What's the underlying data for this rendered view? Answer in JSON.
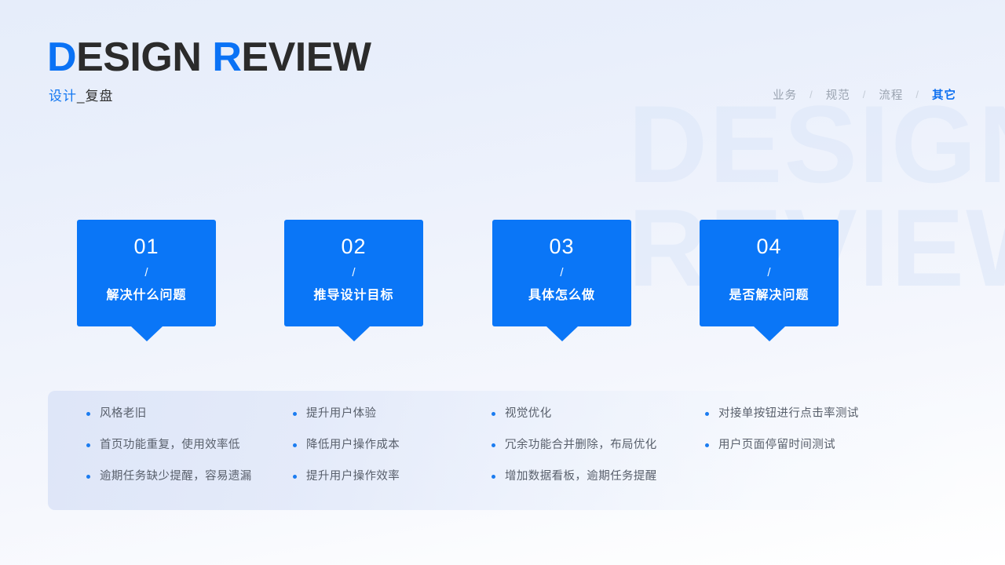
{
  "header": {
    "title_highlight_1": "D",
    "title_rest_1": "ESIGN ",
    "title_highlight_2": "R",
    "title_rest_2": "EVIEW",
    "title_full": "DESIGN REVIEW",
    "subtitle_accent": "设计",
    "subtitle_rest": "_复盘",
    "watermark_line1": "DESIGN",
    "watermark_line2": "REVIEW"
  },
  "nav": {
    "separator": "/",
    "items": [
      {
        "label": "业务",
        "active": false
      },
      {
        "label": "规范",
        "active": false
      },
      {
        "label": "流程",
        "active": false
      },
      {
        "label": "其它",
        "active": true
      }
    ]
  },
  "cards": [
    {
      "number": "01",
      "slash": "/",
      "label": "解决什么问题"
    },
    {
      "number": "02",
      "slash": "/",
      "label": "推导设计目标"
    },
    {
      "number": "03",
      "slash": "/",
      "label": "具体怎么做"
    },
    {
      "number": "04",
      "slash": "/",
      "label": "是否解决问题"
    }
  ],
  "bullet_columns": [
    {
      "items": [
        "风格老旧",
        "首页功能重复，使用效率低",
        "逾期任务缺少提醒，容易遗漏"
      ]
    },
    {
      "items": [
        "提升用户体验",
        "降低用户操作成本",
        "提升用户操作效率"
      ]
    },
    {
      "items": [
        "视觉优化",
        "冗余功能合并删除，布局优化",
        "增加数据看板，逾期任务提醒"
      ]
    },
    {
      "items": [
        "对接单按钮进行点击率测试",
        "用户页面停留时间测试"
      ]
    }
  ],
  "colors": {
    "accent_blue": "#0a76f7",
    "nav_active": "#0a6ef0",
    "title_dark": "#2b2b2b",
    "body_text": "#585f6b",
    "watermark": "#dee8f9",
    "panel_bg": "#dde5f8"
  }
}
